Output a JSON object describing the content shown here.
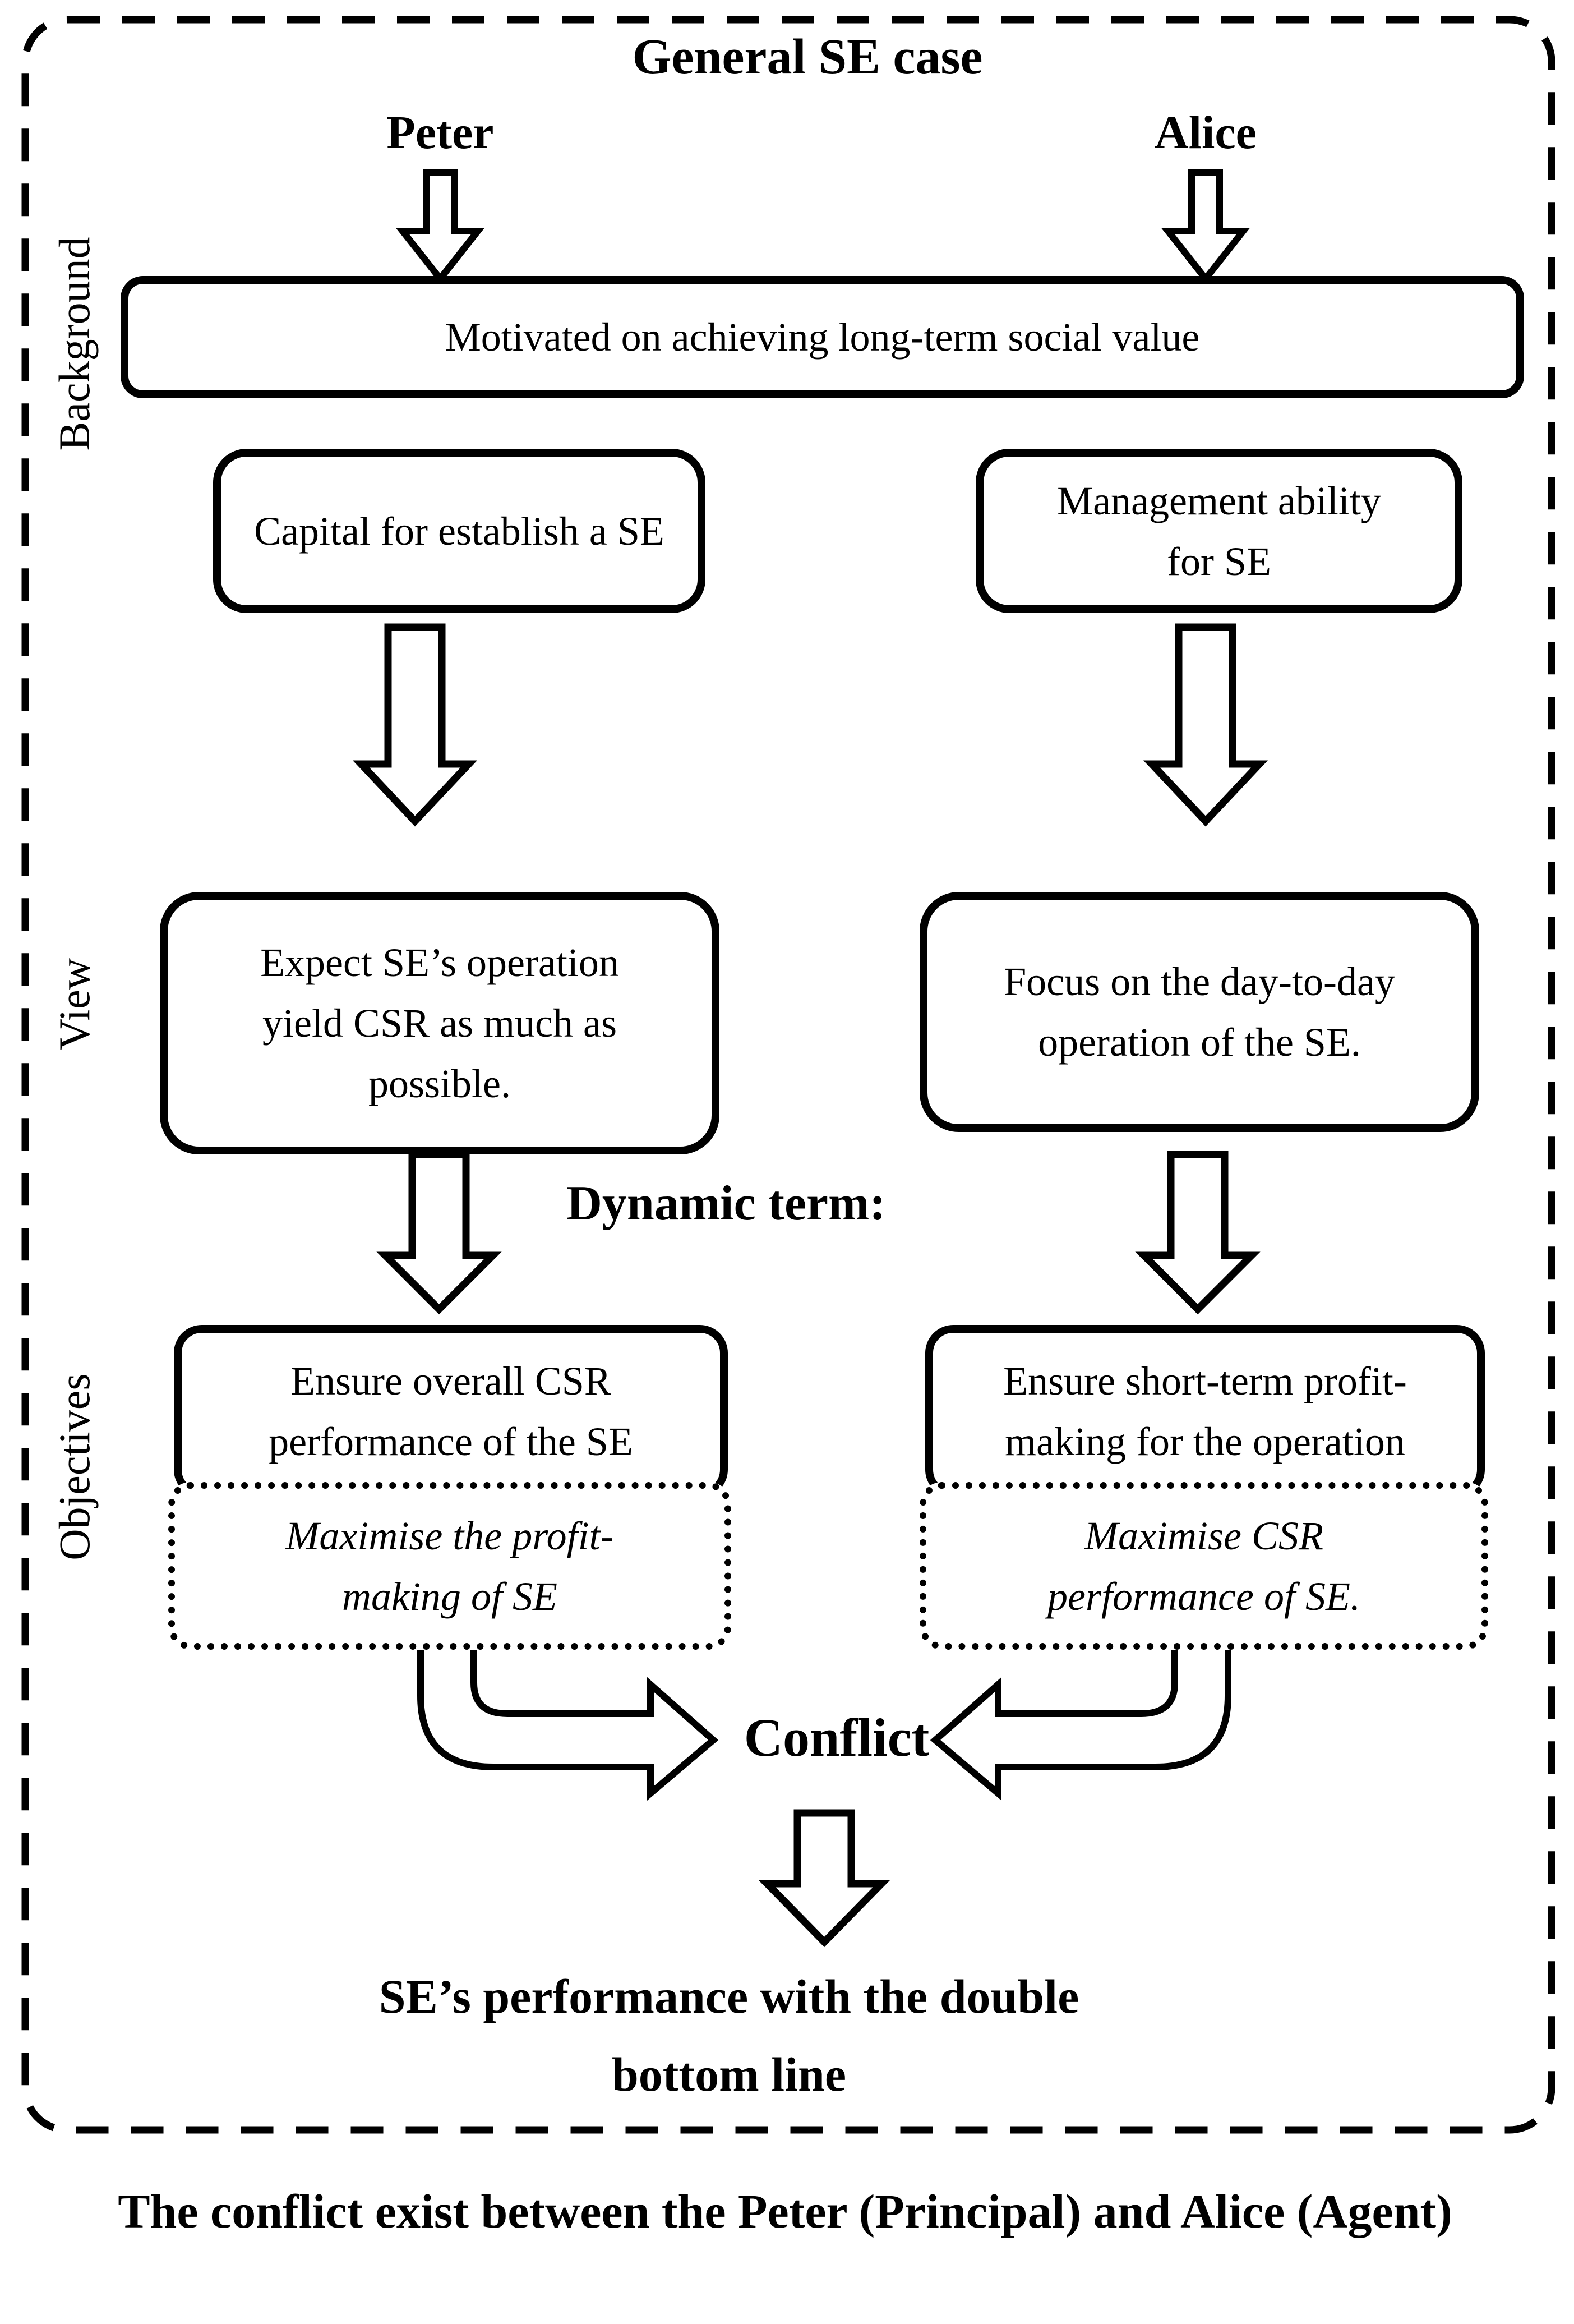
{
  "diagram": {
    "title": "General SE case",
    "left_actor": "Peter",
    "right_actor": "Alice",
    "section_labels": {
      "background": "Background",
      "view": "View",
      "objectives": "Objectives"
    },
    "motivation_box": "Motivated on achieving long-term social value",
    "background_left_box": "Capital for establish a SE",
    "background_right_box": "Management ability for SE",
    "view_left_box": "Expect SE’s operation yield CSR as much as possible.",
    "view_right_box": "Focus on the day-to-day operation of the SE.",
    "dynamic_term_label": "Dynamic term:",
    "objectives_left_box": "Ensure overall CSR performance of the SE",
    "objectives_left_dotted_box": "Maximise the profit-making of SE",
    "objectives_right_box": "Ensure short-term profit-making for the operation",
    "objectives_right_dotted_box": "Maximise CSR performance of SE.",
    "conflict_label": "Conflict",
    "outcome": "SE’s performance with the double bottom line",
    "caption": "The conflict exist between the Peter (Principal) and Alice (Agent)",
    "colors": {
      "ink": "#000000",
      "background": "#ffffff"
    }
  }
}
